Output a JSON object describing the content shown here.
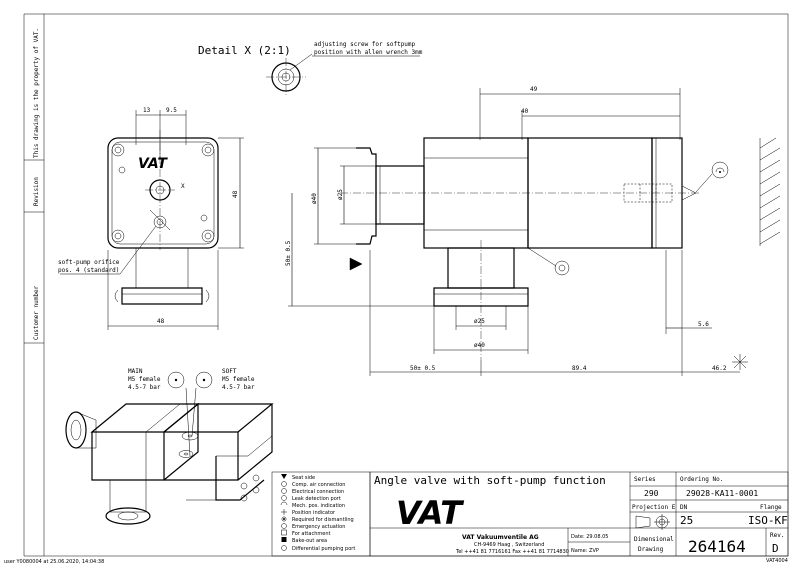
{
  "side_margin": {
    "property_notice": "This drawing is the property of VAT.",
    "revision": "Revision",
    "customer_number": "Customer number",
    "footer_user": "user Y0080004 at 25.06.2020, 14:04:38"
  },
  "detail_x": {
    "title": "Detail X (2:1)",
    "note_line1": "adjusting screw for softpump",
    "note_line2": "position with allen wrench 3mm"
  },
  "front_view": {
    "dim_13": "13",
    "dim_9_5": "9.5",
    "dim_48_side": "48",
    "dim_48_bottom": "48",
    "marker_x": "X",
    "orifice_line1": "soft-pump orifice",
    "orifice_line2": "pos. 4 (standard)"
  },
  "side_view": {
    "dim_49": "49",
    "dim_40_top": "40",
    "dim_phi40": "ø40",
    "dim_phi25": "ø25",
    "dim_50_left": "50± 0.5",
    "dim_phi25_bottom": "ø25",
    "dim_phi40_bottom": "ø40",
    "dim_5_6": "5.6",
    "dim_50_bottom": "50± 0.5",
    "dim_89_4": "89.4",
    "dim_46_2": "46.2"
  },
  "ports": {
    "main_line1": "MAIN",
    "main_line2": "M5 female",
    "main_line3": "4.5-7 bar",
    "soft_line1": "SOFT",
    "soft_line2": "M5 female",
    "soft_line3": "4.5-7 bar"
  },
  "legend": [
    "Seat side",
    "Comp. air connection",
    "Electrical connection",
    "Leak detection port",
    "Mech. pos. indication",
    "Position indicator",
    "Required for dismantling",
    "Emergency actuation",
    "For attachment",
    "Bake-out area",
    "Differential pumping port"
  ],
  "title_block": {
    "title": "Angle valve with soft-pump function",
    "series_label": "Series",
    "series_value": "290",
    "ordering_label": "Ordering No.",
    "ordering_value": "29028-KA11-0001",
    "projection_label": "Projection E",
    "dn_label": "DN",
    "dn_value": "25",
    "flange_label": "Flange",
    "flange_value": "ISO-KF",
    "company": "VAT Vakuumventile AG",
    "address": "CH-9469 Haag , Switzerland",
    "phone": "Tel ++41 81 7716161 Fax ++41 81 7714830",
    "date": "Date: 29.08.05",
    "name": "Name: ZVP",
    "dimensional": "Dimensional",
    "drawing": "Drawing",
    "drawing_number": "264164",
    "rev_label": "Rev.",
    "rev_value": "D",
    "tiny_code": "VAT4004"
  },
  "logo_text": "VAT"
}
